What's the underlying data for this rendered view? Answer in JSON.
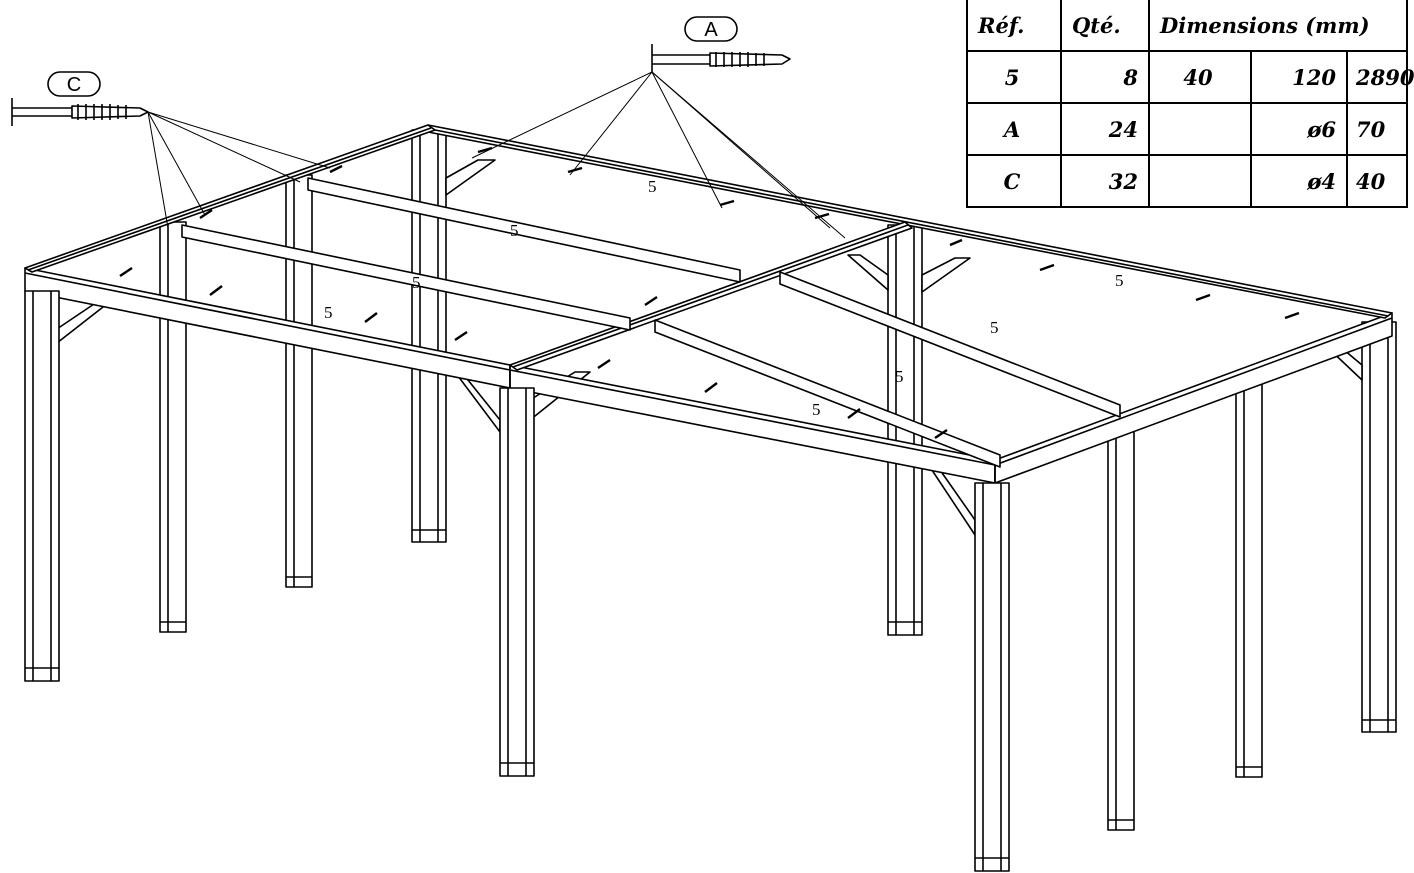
{
  "callouts": [
    {
      "id": "A",
      "label": "A"
    },
    {
      "id": "C",
      "label": "C"
    }
  ],
  "piece_labels": [
    "5",
    "5",
    "5",
    "5",
    "5",
    "5",
    "5",
    "5"
  ],
  "table": {
    "headers": [
      "Réf.",
      "Qté.",
      "Dimensions (mm)"
    ],
    "rows": [
      {
        "ref": "5",
        "qty": "8",
        "d1": "40",
        "d2": "120",
        "d3": "2890"
      },
      {
        "ref": "A",
        "qty": "24",
        "d1": "",
        "d2": "ø6",
        "d3": "70"
      },
      {
        "ref": "C",
        "qty": "32",
        "d1": "",
        "d2": "ø4",
        "d3": "40"
      }
    ]
  }
}
